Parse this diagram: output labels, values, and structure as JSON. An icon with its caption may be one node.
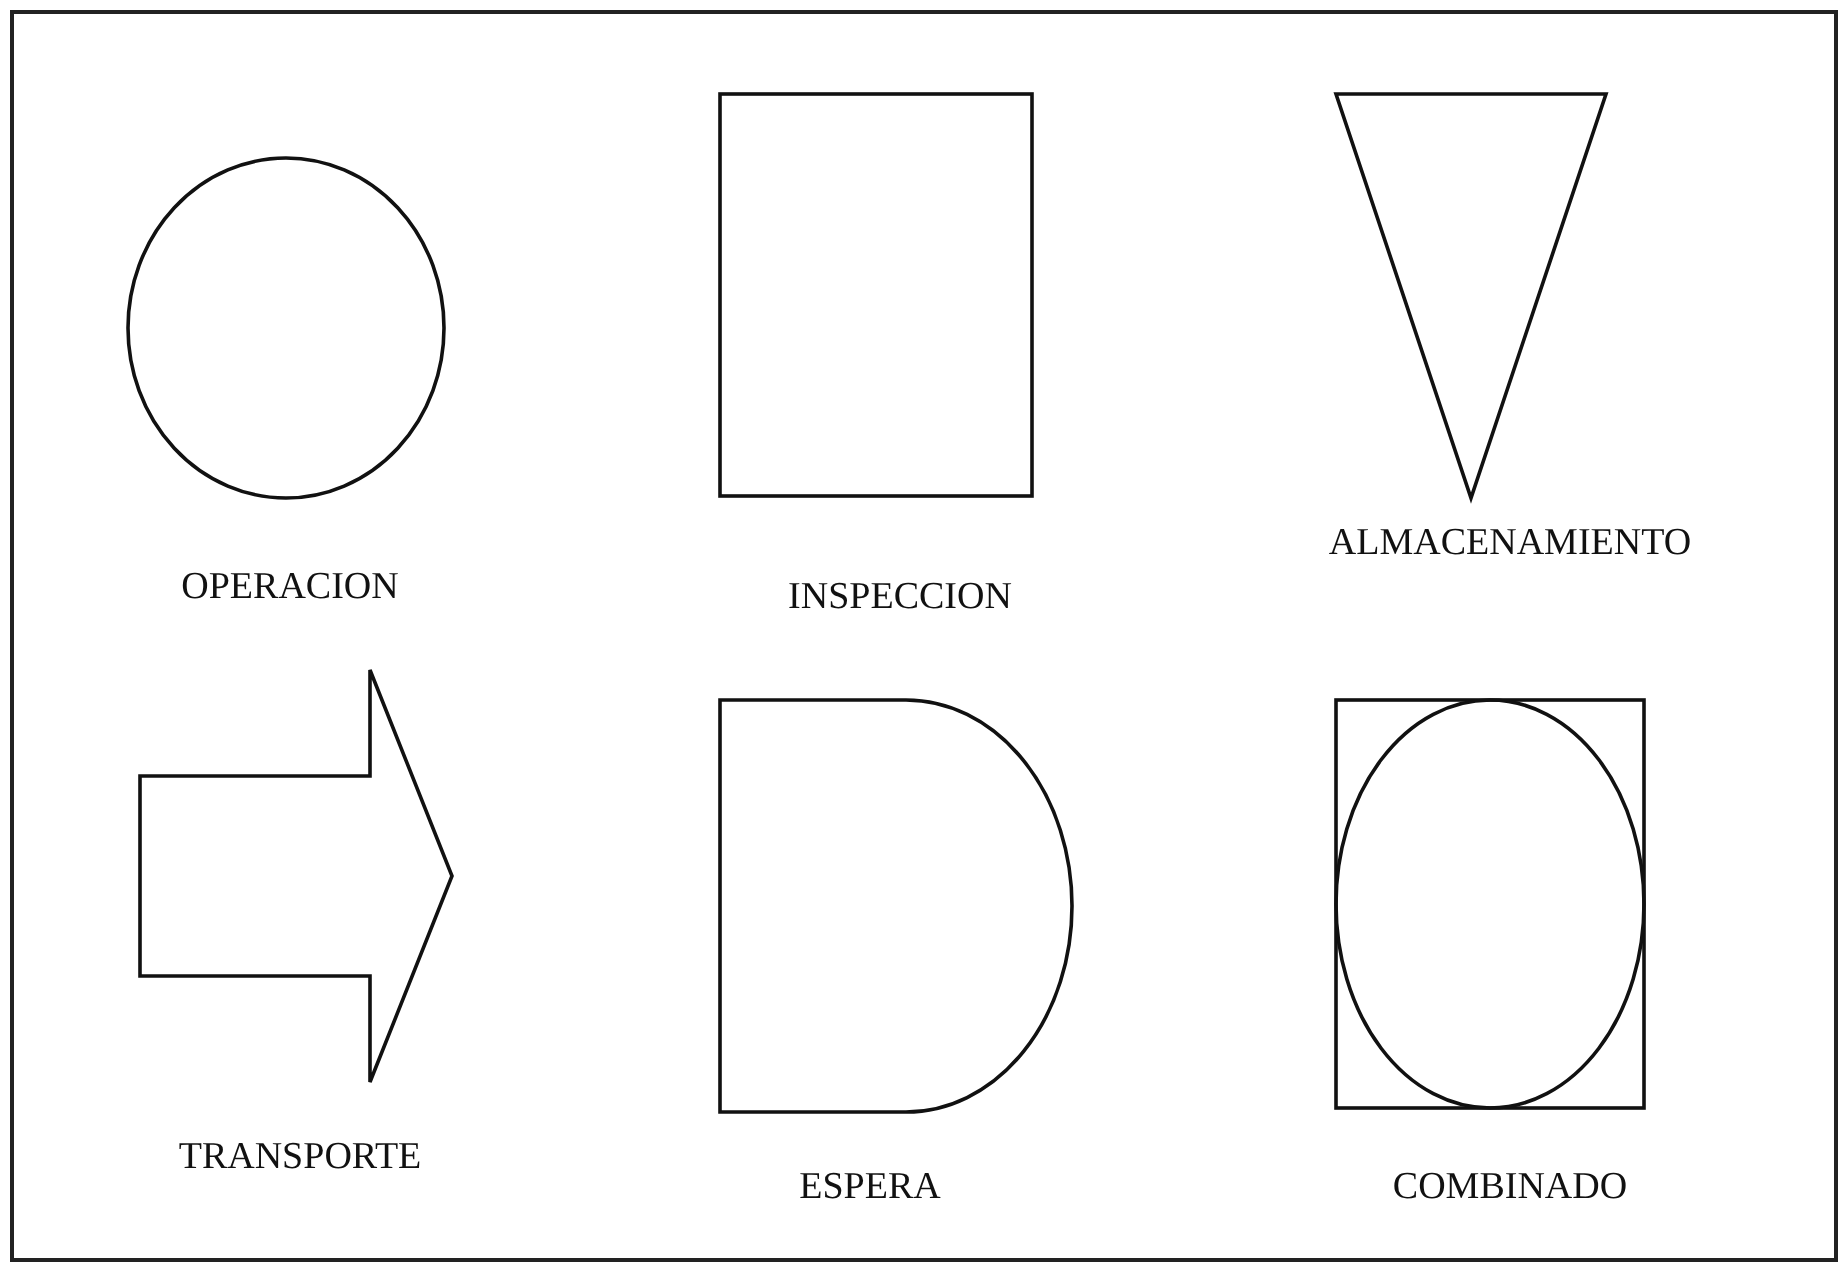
{
  "diagram": {
    "nodes": [
      {
        "text": [
          "OPERACION"
        ]
      },
      {
        "text": [
          "INSPECCION"
        ]
      },
      {
        "text": [
          "ALMACENAMIENTO"
        ]
      },
      {
        "text": [
          "TRANSPORTE"
        ]
      },
      {
        "text": [
          "ESPERA"
        ]
      },
      {
        "text": [
          "COMBINADO"
        ]
      }
    ],
    "edges": []
  }
}
